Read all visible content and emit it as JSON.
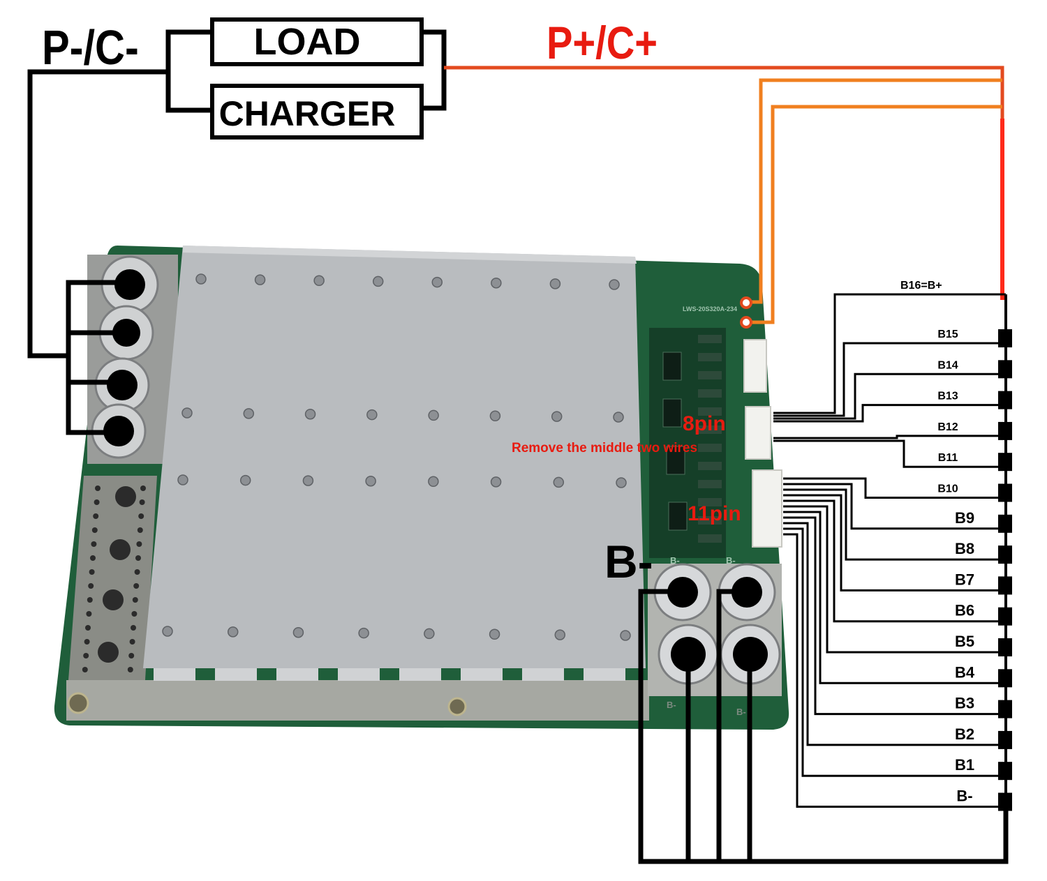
{
  "colors": {
    "wire_black": "#000000",
    "wire_red": "#e34a1f",
    "wire_orange": "#f07f1f",
    "wire_bright_red": "#ff2a1a",
    "pcb_green": "#1f5e3a",
    "pcb_green_dark": "#153f28",
    "heatsink": "#b9bcbf",
    "label_red": "#e81b10"
  },
  "labels": {
    "p_minus": "P-/C-",
    "p_plus": "P+/C+",
    "load": "LOAD",
    "charger": "CHARGER",
    "b_minus_terminal": "B-",
    "conn_8pin": "8pin",
    "conn_8pin_note": "Remove the middle two wires",
    "conn_11pin": "11pin",
    "pcb_b_minus_marks": [
      "B-",
      "B-",
      "B-",
      "B-"
    ],
    "pcb_code": "LWS-20S320A-234"
  },
  "balance_taps": [
    "B16=B+",
    "B15",
    "B14",
    "B13",
    "B12",
    "B11",
    "B10",
    "B9",
    "B8",
    "B7",
    "B6",
    "B5",
    "B4",
    "B3",
    "B2",
    "B1",
    "B-"
  ],
  "icons": {
    "cell_block": "battery-cell-icon",
    "bolt_terminal": "bolt-terminal-icon",
    "screw": "screw-icon"
  }
}
